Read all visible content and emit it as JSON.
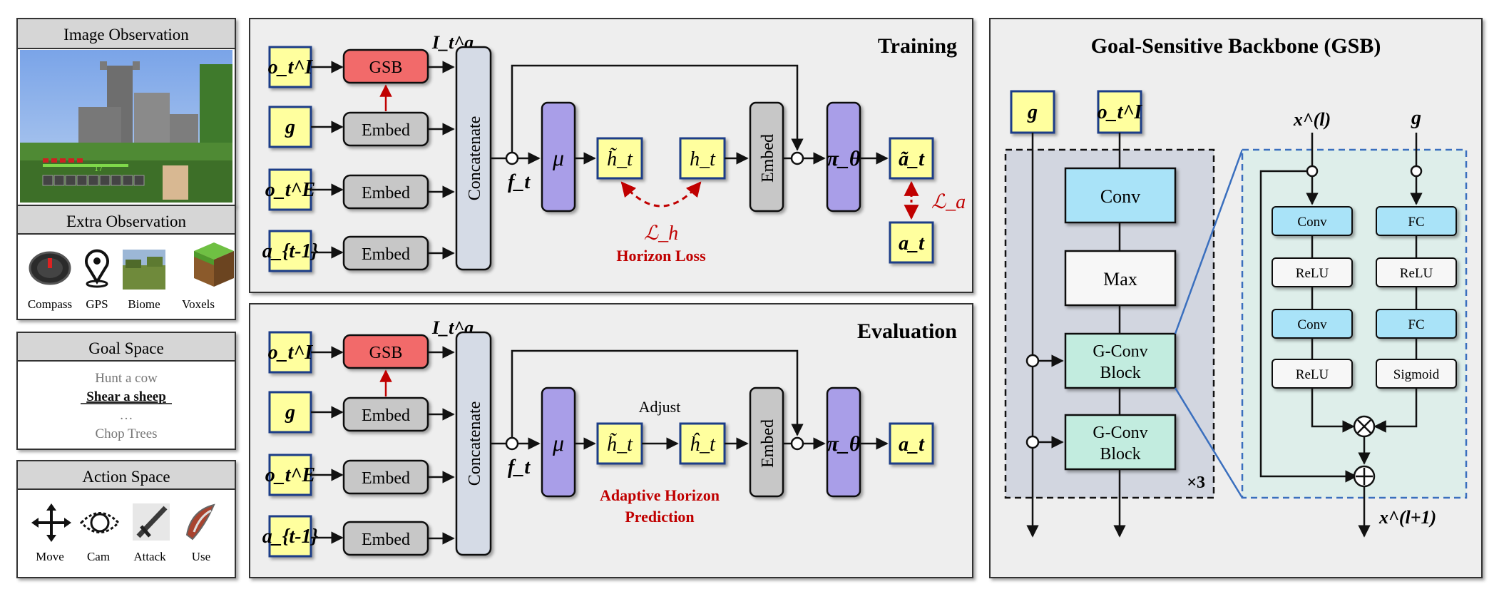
{
  "left": {
    "image_observation": {
      "title": "Image Observation",
      "hud_level": "17"
    },
    "extra_observation": {
      "title": "Extra Observation",
      "items": [
        {
          "label": "Compass",
          "icon": "compass-icon"
        },
        {
          "label": "GPS",
          "icon": "gps-pin-icon"
        },
        {
          "label": "Biome",
          "icon": "biome-icon"
        },
        {
          "label": "Voxels",
          "icon": "voxels-icon"
        }
      ]
    },
    "goal_space": {
      "title": "Goal Space",
      "items": [
        "Hunt a cow",
        "Shear a sheep",
        "…",
        "Chop Trees"
      ],
      "selected_index": 1
    },
    "action_space": {
      "title": "Action Space",
      "items": [
        {
          "label": "Move",
          "icon": "move-arrows-icon"
        },
        {
          "label": "Cam",
          "icon": "eye-icon"
        },
        {
          "label": "Attack",
          "icon": "sword-icon"
        },
        {
          "label": "Use",
          "icon": "use-item-icon"
        }
      ]
    }
  },
  "training": {
    "title": "Training",
    "inputs": [
      "o_t^I",
      "g",
      "o_t^E",
      "a_{t-1}"
    ],
    "gsb_label": "GSB",
    "embed_label": "Embed",
    "concat_label": "Concatenate",
    "feature_label": "f_t",
    "goal_feature_label": "I_t^g",
    "mu_label": "μ",
    "h_tilde_label": "h̃_t",
    "h_label": "h_t",
    "policy_label": "π_θ",
    "a_tilde_label": "ã_t",
    "a_label": "a_t",
    "loss_h_symbol": "ℒ_h",
    "loss_h_name": "Horizon Loss",
    "loss_a_symbol": "ℒ_a"
  },
  "evaluation": {
    "title": "Evaluation",
    "adjust_label": "Adjust",
    "h_hat_label": "ĥ_t",
    "prediction_label_1": "Adaptive Horizon",
    "prediction_label_2": "Prediction"
  },
  "gsb": {
    "title": "Goal-Sensitive Backbone (GSB)",
    "inputs": [
      "g",
      "o_t^I"
    ],
    "conv": "Conv",
    "max": "Max",
    "gconv_block_1": "G-Conv",
    "gconv_block_2": "Block",
    "repeat": "×3",
    "detail": {
      "x_in": "x^(l)",
      "g": "g",
      "x_out": "x^(l+1)",
      "left_col": [
        "Conv",
        "ReLU",
        "Conv",
        "ReLU"
      ],
      "right_col": [
        "FC",
        "ReLU",
        "FC",
        "Sigmoid"
      ]
    }
  },
  "colors": {
    "input_yellow": "#ffff9e",
    "input_border": "#1f3c88",
    "gsb_red": "#f26b6b",
    "embed_gray": "#c7c7c7",
    "concat_blue": "#d5dbe6",
    "mu_purple": "#a99ee8",
    "conv_blue": "#a9e3f8",
    "gconv_green": "#c2ecdf",
    "accent_red": "#c00000",
    "detail_border": "#3a6fbe"
  }
}
